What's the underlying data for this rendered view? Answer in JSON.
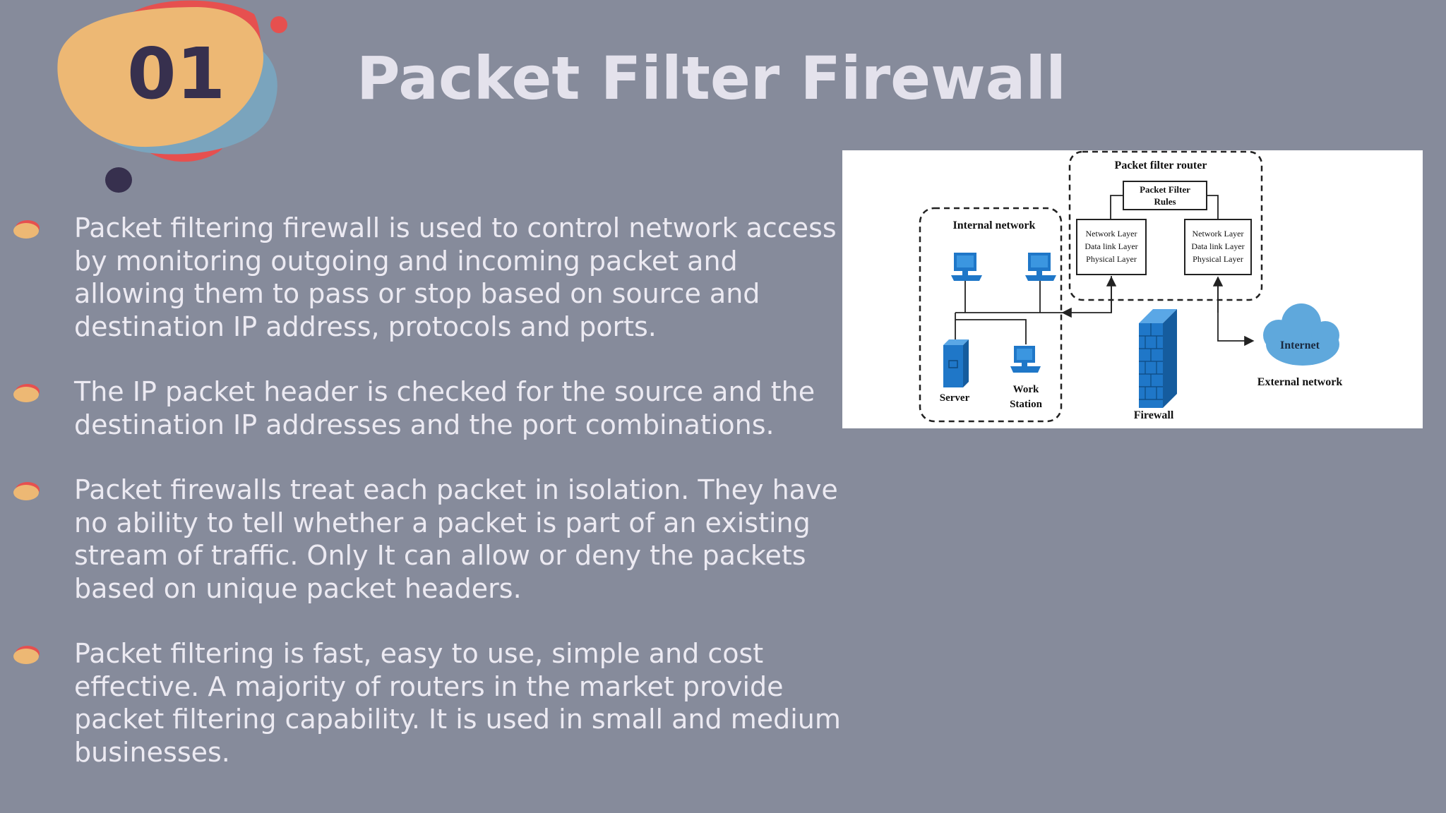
{
  "slide": {
    "number": "01",
    "title": "Packet Filter Firewall"
  },
  "bullets": [
    {
      "text": "Packet filtering firewall is used to control network access by monitoring outgoing and incoming packet and allowing them to pass or stop based on source and destination IP address, protocols and ports."
    },
    {
      "text": "The IP packet header is checked for the source and the destination IP addresses and the port combinations."
    },
    {
      "text": "Packet firewalls treat each packet in isolation. They have no ability to tell whether a packet is part of an existing stream of traffic. Only It can allow or deny the packets based on unique packet headers."
    },
    {
      "text": "Packet filtering is fast, easy to use, simple and cost effective. A majority of routers in the market provide packet filtering capability. It is used in small and medium businesses."
    }
  ],
  "diagram": {
    "packet_filter_router": "Packet filter router",
    "packet_filter_rules_line1": "Packet Filter",
    "packet_filter_rules_line2": "Rules",
    "internal_network": "Internal network",
    "layers_left": [
      "Network Layer",
      "Data link Layer",
      "Physical Layer"
    ],
    "layers_right": [
      "Network Layer",
      "Data link Layer",
      "Physical Layer"
    ],
    "server": "Server",
    "work_station_line1": "Work",
    "work_station_line2": "Station",
    "firewall": "Firewall",
    "internet": "Internet",
    "external_network": "External network",
    "colors": {
      "device_blue": "#1f77c8",
      "cloud_blue": "#5fa8dc"
    }
  },
  "colors": {
    "background": "#868b9b",
    "title": "#e4e2ec",
    "number": "#37304e",
    "blob_orange": "#edb874",
    "blob_blue": "#7aa4bd",
    "blob_red": "#e6504f"
  }
}
